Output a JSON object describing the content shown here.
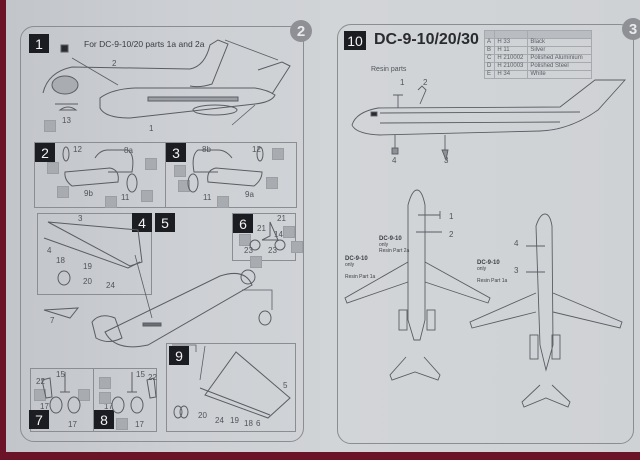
{
  "left_page": {
    "page_number": "2",
    "steps": [
      {
        "number": "1",
        "caption": "For DC-9-10/20 parts 1a and 2a",
        "part_labels": [
          "2",
          "13",
          "1"
        ]
      },
      {
        "number": "2",
        "part_labels": [
          "12",
          "8a",
          "9b",
          "11"
        ]
      },
      {
        "number": "3",
        "part_labels": [
          "8b",
          "12",
          "11",
          "9a"
        ]
      },
      {
        "number": "4"
      },
      {
        "number": "5",
        "part_labels": [
          "3",
          "4",
          "18",
          "19",
          "20",
          "24",
          "7"
        ]
      },
      {
        "number": "6",
        "part_labels": [
          "21",
          "21",
          "14",
          "23",
          "23"
        ]
      },
      {
        "number": "7",
        "part_labels": [
          "15",
          "22",
          "17",
          "17"
        ]
      },
      {
        "number": "8",
        "part_labels": [
          "15",
          "22",
          "17",
          "17"
        ]
      },
      {
        "number": "9",
        "part_labels": [
          "5",
          "20",
          "24",
          "19",
          "18",
          "6"
        ]
      }
    ]
  },
  "right_page": {
    "page_number": "3",
    "step_number": "10",
    "title": "DC-9-10/20/30",
    "resin_parts_label": "Resin parts",
    "side_view_labels": [
      "1",
      "2",
      "4",
      "3"
    ],
    "color_table": {
      "header": [
        "",
        "",
        ""
      ],
      "rows": [
        {
          "key": "A",
          "code": "H 33",
          "name": "Black"
        },
        {
          "key": "B",
          "code": "H 11",
          "name": "Silver"
        },
        {
          "key": "C",
          "code": "H 210002",
          "name": "Polished Aluminium"
        },
        {
          "key": "D",
          "code": "H 210003",
          "name": "Polished Steel"
        },
        {
          "key": "E",
          "code": "H 34",
          "name": "White"
        }
      ]
    },
    "top_view": {
      "labels": [
        "1",
        "2"
      ],
      "note_wing_left": {
        "title": "DC-9-10",
        "sub": "only",
        "detail": "Resin Part 1a"
      },
      "note_center": {
        "title": "DC-9-10",
        "sub": "only",
        "detail": "Resin Part 2a"
      }
    },
    "bottom_view": {
      "labels": [
        "4",
        "3"
      ],
      "note": {
        "title": "DC-9-10",
        "sub": "only",
        "detail": "Resin Part 1a"
      }
    }
  }
}
